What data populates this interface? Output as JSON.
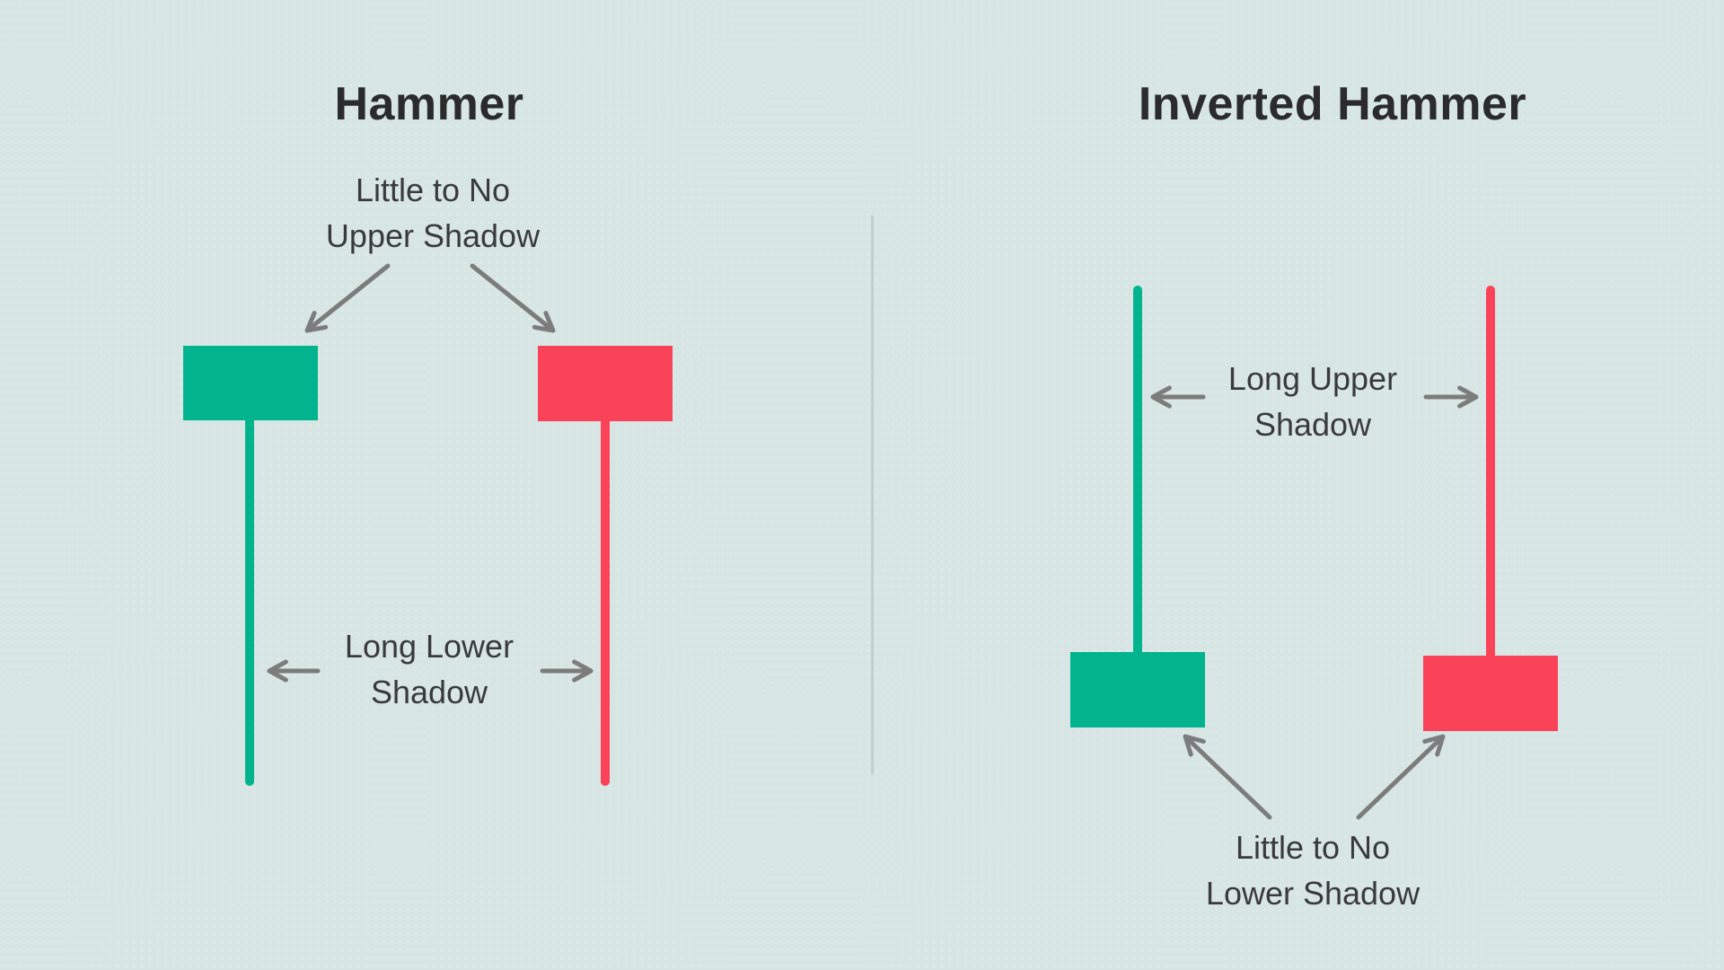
{
  "colors": {
    "background": "#d7e6e4",
    "bullish": "#02b48e",
    "bearish": "#fa4359",
    "title_text": "#2b2b2e",
    "label_text": "#3a3a3c",
    "arrow": "#7c7c7c",
    "divider": "#c3cecd"
  },
  "left_panel": {
    "title": "Hammer",
    "upper_label": {
      "line1": "Little to No",
      "line2": "Upper Shadow"
    },
    "lower_label": {
      "line1": "Long Lower",
      "line2": "Shadow"
    }
  },
  "right_panel": {
    "title": "Inverted Hammer",
    "upper_label": {
      "line1": "Long Upper",
      "line2": "Shadow"
    },
    "lower_label": {
      "line1": "Little to No",
      "line2": "Lower Shadow"
    }
  }
}
